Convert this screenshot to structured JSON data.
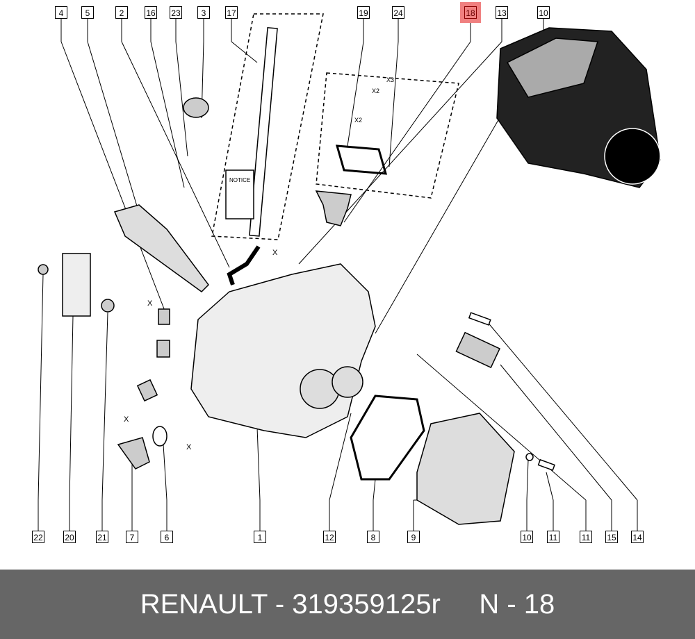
{
  "diagram": {
    "highlight_color": "#f08080",
    "top_callouts": [
      "4",
      "5",
      "2",
      "16",
      "23",
      "3",
      "17",
      "19",
      "24",
      "18",
      "13",
      "10"
    ],
    "bottom_callouts": [
      "22",
      "20",
      "21",
      "7",
      "6",
      "1",
      "12",
      "8",
      "9",
      "10",
      "11",
      "11",
      "15",
      "14"
    ],
    "highlighted": "18",
    "annotations": {
      "x": "X",
      "x2a": "X2",
      "x2b": "X2",
      "x3": "X3",
      "notice": "NOTICE"
    }
  },
  "footer": {
    "brand": "RENAULT",
    "part_number": "319359125r",
    "position": "N - 18",
    "text": "RENAULT - 319359125r     N - 18"
  }
}
